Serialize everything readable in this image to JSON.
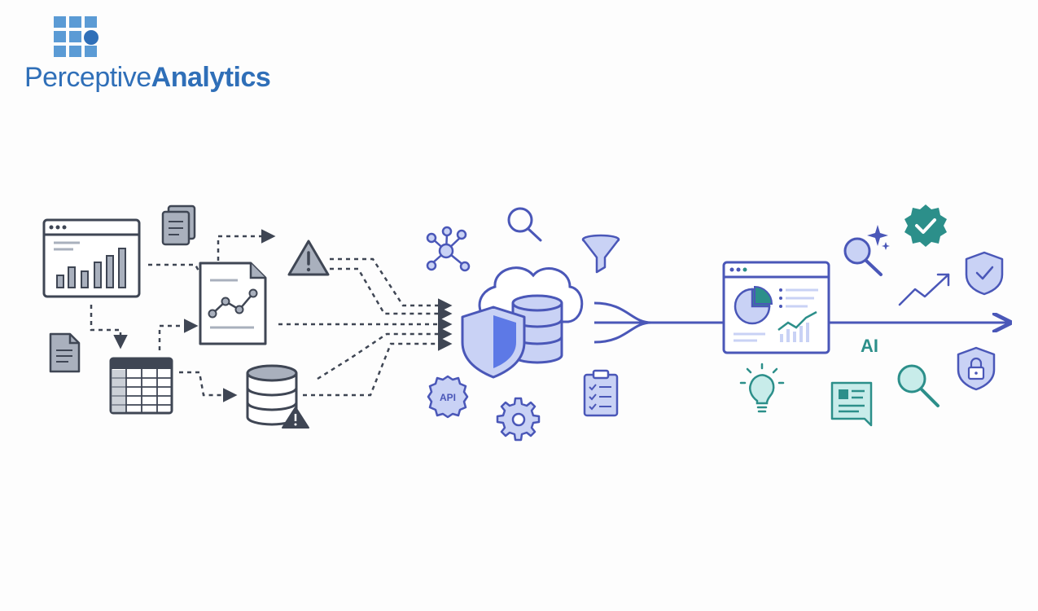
{
  "brand": {
    "name_part1": "Perceptive",
    "name_part2": "Analytics"
  },
  "labels": {
    "api": "API",
    "ai": "AI"
  },
  "colors": {
    "gray_stroke": "#3f4654",
    "gray_fill": "#a9b0bd",
    "blue_stroke": "#4a57b8",
    "blue_fill": "#c9d2f5",
    "teal": "#2c8f8a",
    "brand_blue": "#2f6fb8"
  },
  "icons": {
    "sources": [
      "bar-chart-window-icon",
      "documents-icon",
      "document-icon",
      "spreadsheet-icon",
      "report-icon",
      "warning-icon",
      "database-warning-icon"
    ],
    "hub": [
      "network-icon",
      "search-icon",
      "filter-icon",
      "shield-database-cloud-icon",
      "api-gear-icon",
      "gear-icon",
      "checklist-icon"
    ],
    "outputs": [
      "dashboard-window-icon",
      "search-sparkle-icon",
      "verified-badge-icon",
      "trend-arrow-icon",
      "shield-check-icon",
      "lightbulb-icon",
      "chat-card-icon",
      "magnifier-icon",
      "shield-lock-icon"
    ]
  }
}
